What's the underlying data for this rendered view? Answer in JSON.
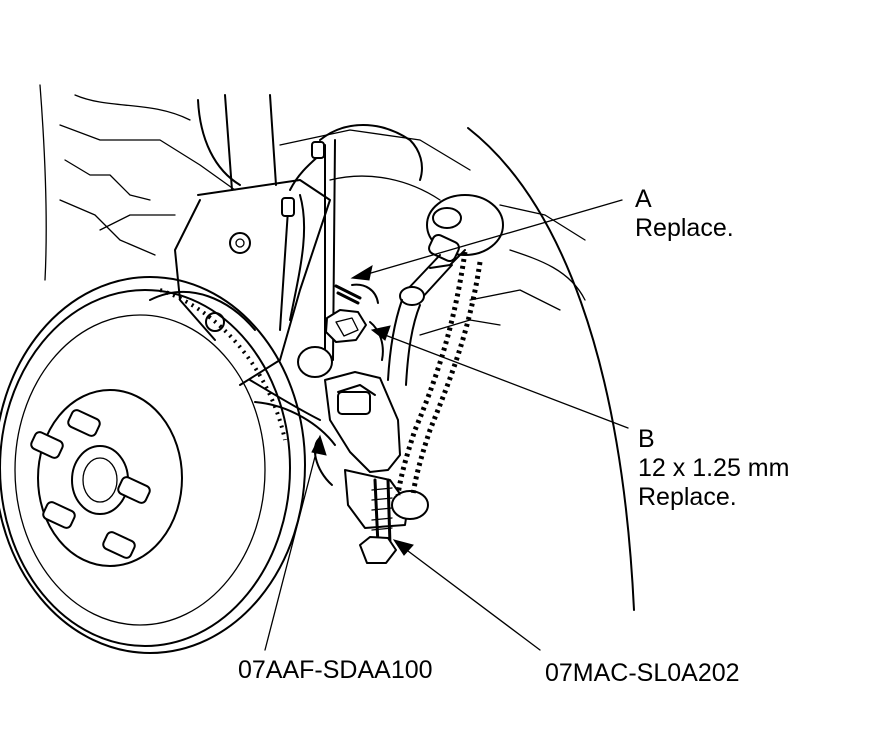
{
  "labels": {
    "a": {
      "letter": "A",
      "note": "Replace."
    },
    "b": {
      "letter": "B",
      "spec": "12 x 1.25 mm",
      "note": "Replace."
    },
    "tool_1": "07AAF-SDAA100",
    "tool_2": "07MAC-SL0A202"
  }
}
